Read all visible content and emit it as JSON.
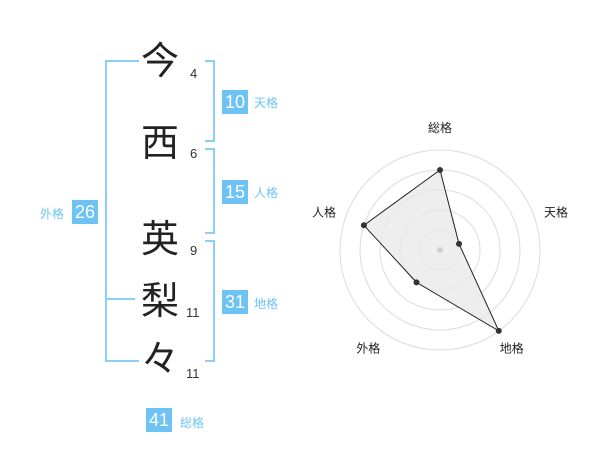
{
  "name": {
    "chars": [
      {
        "char": "今",
        "strokes": "4"
      },
      {
        "char": "西",
        "strokes": "6"
      },
      {
        "char": "英",
        "strokes": "9"
      },
      {
        "char": "梨",
        "strokes": "11"
      },
      {
        "char": "々",
        "strokes": "11"
      }
    ]
  },
  "fortunes": {
    "tenkaku": {
      "value": "10",
      "label": "天格"
    },
    "jinkaku": {
      "value": "15",
      "label": "人格"
    },
    "chikaku": {
      "value": "31",
      "label": "地格"
    },
    "gaikaku": {
      "value": "26",
      "label": "外格"
    },
    "soukaku": {
      "value": "41",
      "label": "総格"
    }
  },
  "colors": {
    "accent": "#6ec3f5",
    "bracket": "#89cff7",
    "radar_fill": "#e8e8e8"
  },
  "chart_data": {
    "type": "radar",
    "axes": [
      "総格",
      "天格",
      "地格",
      "外格",
      "人格"
    ],
    "values": [
      4,
      1,
      5,
      2,
      4
    ],
    "max": 5,
    "rings": 5
  }
}
